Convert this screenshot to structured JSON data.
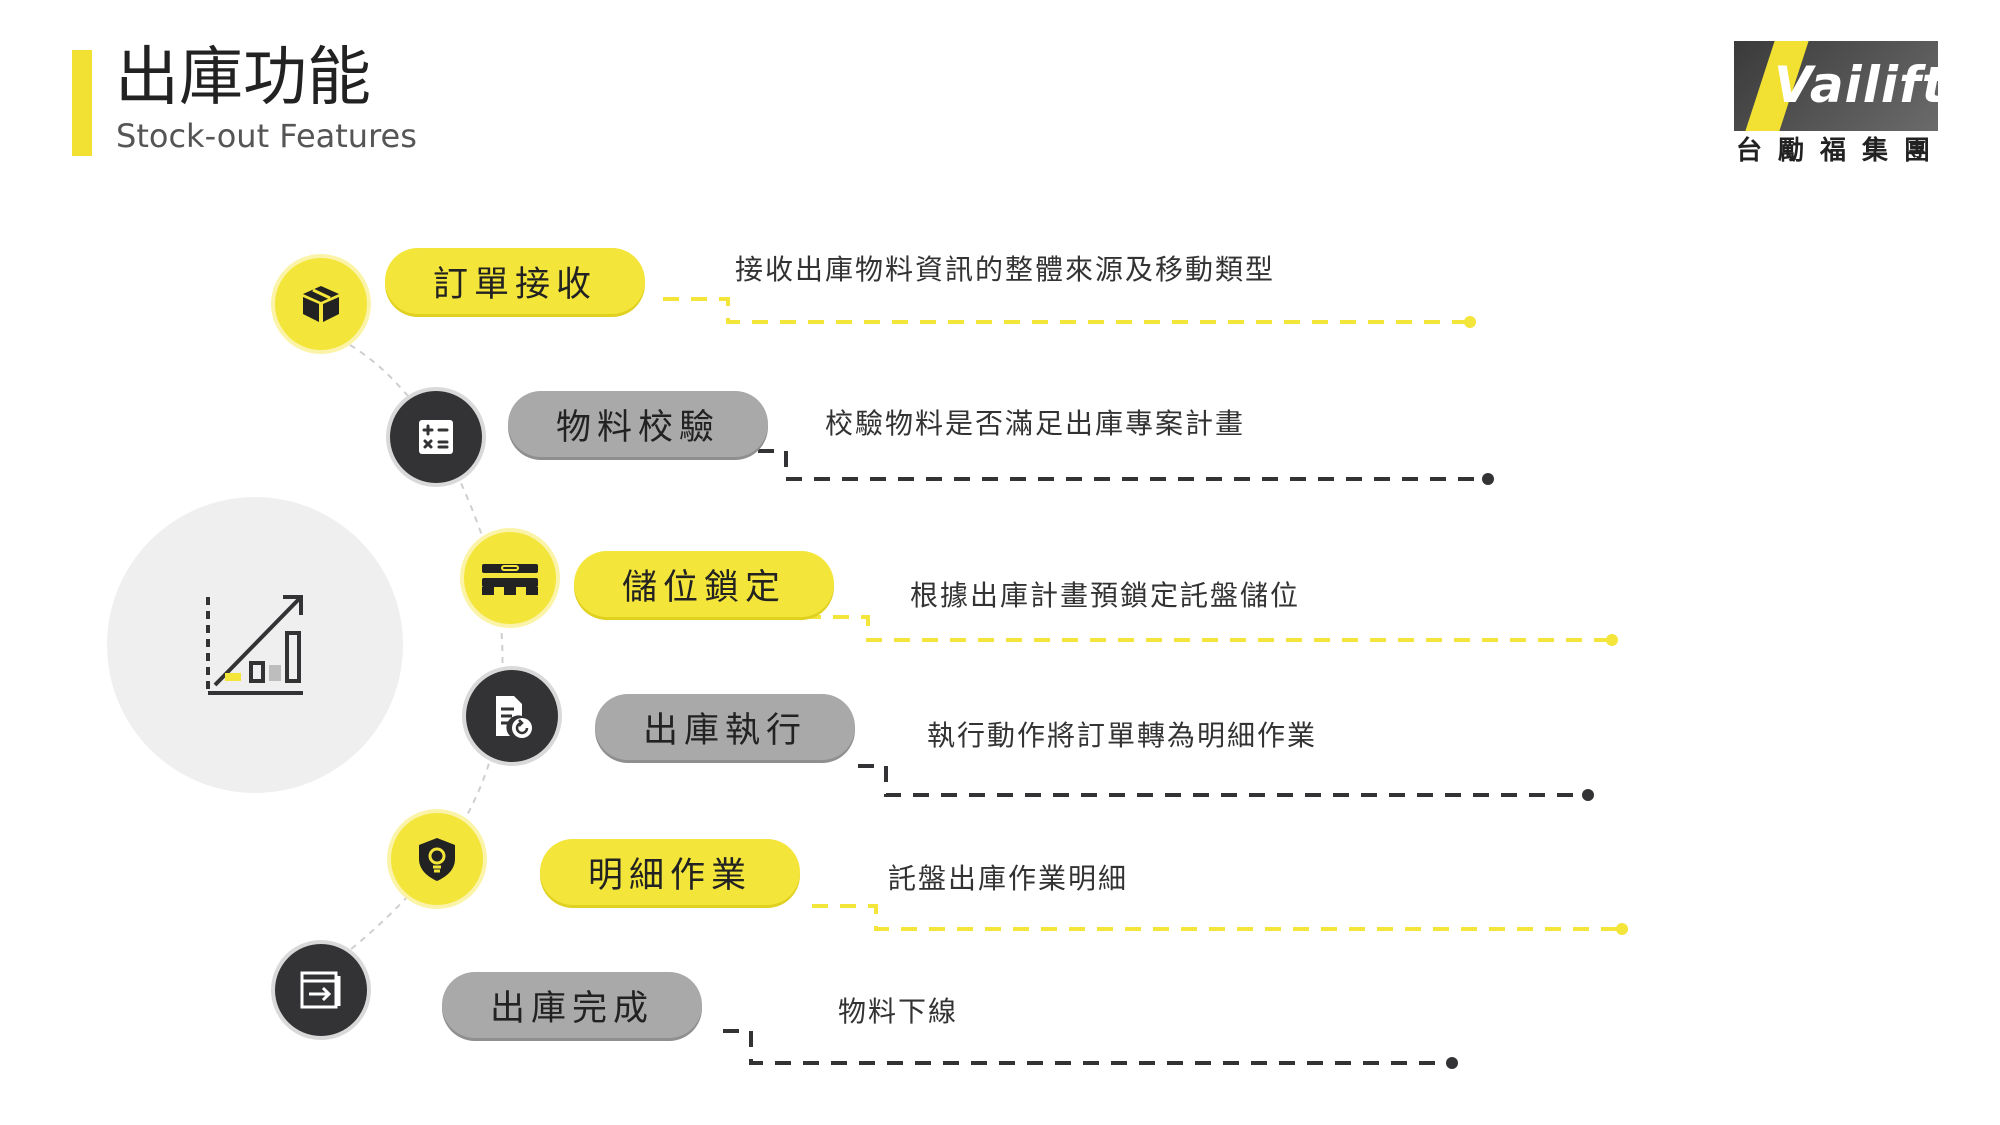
{
  "header": {
    "title": "出庫功能",
    "subtitle": "Stock-out Features"
  },
  "logo": {
    "wordmark": "Vailift",
    "chinese": "台勵福集團"
  },
  "colors": {
    "accent_yellow": "#f3e53a",
    "dark": "#333336",
    "gray_pill": "#a9a9a9"
  },
  "steps": [
    {
      "label": "訂單接收",
      "description": "接收出庫物料資訊的整體來源及移動類型",
      "icon": "box-icon",
      "style": "yellow"
    },
    {
      "label": "物料校驗",
      "description": "校驗物料是否滿足出庫專案計畫",
      "icon": "calculator-icon",
      "style": "dark"
    },
    {
      "label": "儲位鎖定",
      "description": "根據出庫計畫預鎖定託盤儲位",
      "icon": "pallet-icon",
      "style": "yellow"
    },
    {
      "label": "出庫執行",
      "description": "執行動作將訂單轉為明細作業",
      "icon": "document-return-icon",
      "style": "dark"
    },
    {
      "label": "明細作業",
      "description": "託盤出庫作業明細",
      "icon": "shield-bulb-icon",
      "style": "yellow"
    },
    {
      "label": "出庫完成",
      "description": "物料下線",
      "icon": "exit-icon",
      "style": "dark"
    }
  ],
  "hub": {
    "icon": "growth-chart-icon"
  }
}
